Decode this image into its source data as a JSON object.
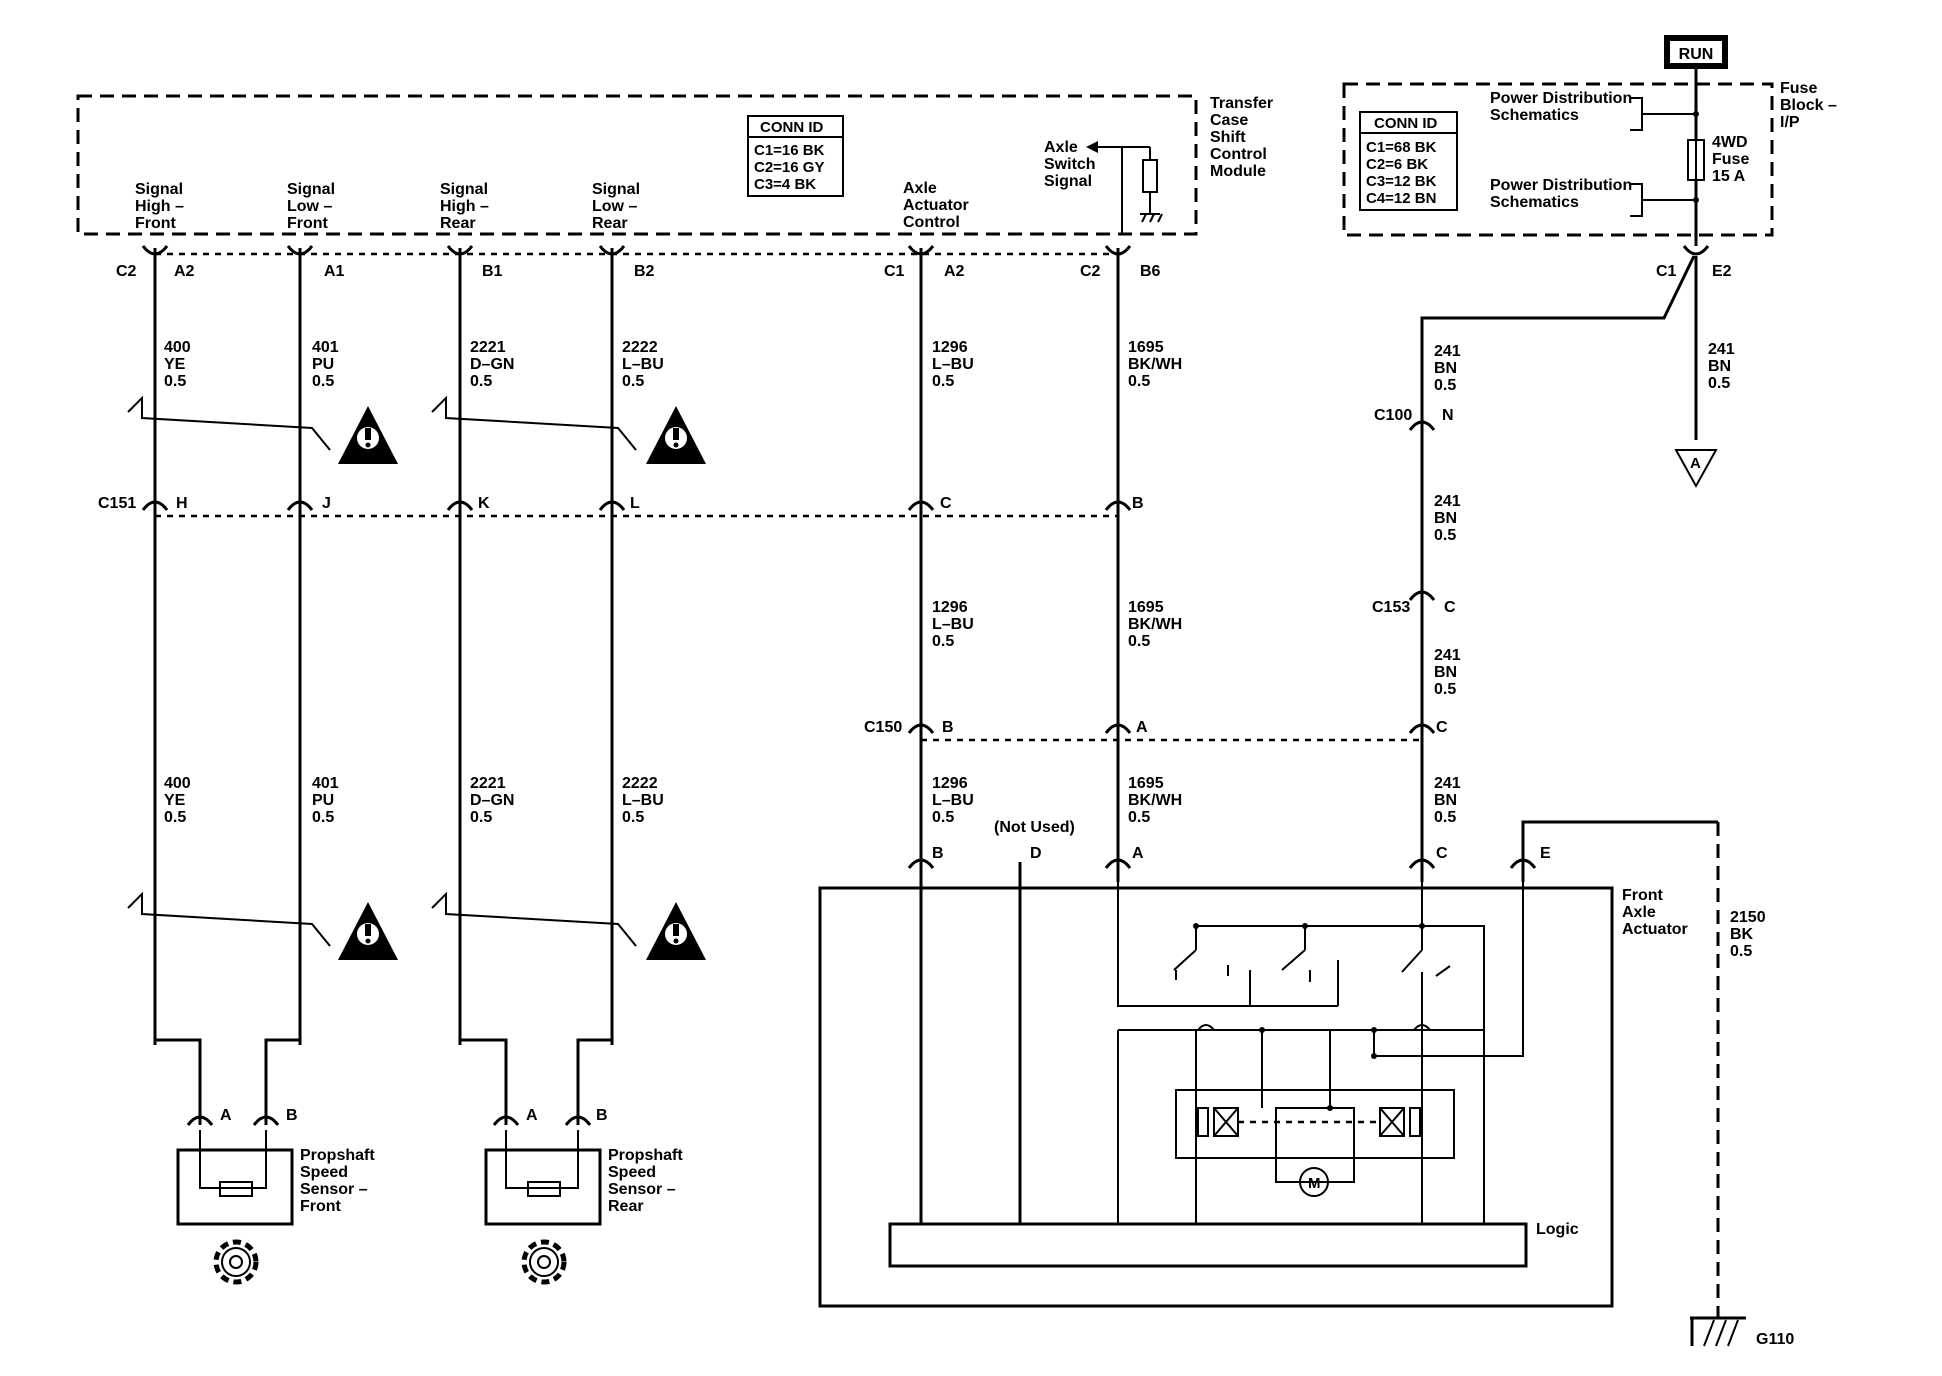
{
  "run_label": "RUN",
  "tccm": {
    "title": [
      "Transfer",
      "Case",
      "Shift",
      "Control",
      "Module"
    ],
    "conn_id": {
      "header": "CONN ID",
      "lines": [
        "C1=16 BK",
        "C2=16 GY",
        "C3=4 BK"
      ]
    },
    "signals": [
      [
        "Signal",
        "High –",
        "Front"
      ],
      [
        "Signal",
        "Low –",
        "Front"
      ],
      [
        "Signal",
        "High –",
        "Rear"
      ],
      [
        "Signal",
        "Low –",
        "Rear"
      ],
      [
        "Axle",
        "Actuator",
        "Control"
      ]
    ],
    "axle_switch": [
      "Axle",
      "Switch",
      "Signal"
    ]
  },
  "fuse_block": {
    "title": [
      "Fuse",
      "Block –",
      "I/P"
    ],
    "conn_id": {
      "header": "CONN ID",
      "lines": [
        "C1=68 BK",
        "C2=6 BK",
        "C3=12 BK",
        "C4=12 BN"
      ]
    },
    "pds1": [
      "Power Distribution",
      "Schematics"
    ],
    "pds2": [
      "Power Distribution",
      "Schematics"
    ],
    "fuse": [
      "4WD",
      "Fuse",
      "15 A"
    ]
  },
  "pins": {
    "c2a": "C2",
    "a2": "A2",
    "a1": "A1",
    "b1": "B1",
    "b2": "B2",
    "c1a": "C1",
    "a2b": "A2",
    "c2b": "C2",
    "b6": "B6",
    "c1c": "C1",
    "e2": "E2",
    "c100": "C100",
    "n": "N",
    "c151": "C151",
    "h": "H",
    "j": "J",
    "k": "K",
    "l": "L",
    "c151c": "C",
    "c151b": "B",
    "c153": "C153",
    "c153c": "C",
    "c150": "C150",
    "c150b": "B",
    "c150a": "A",
    "c150c": "C",
    "act_b": "B",
    "act_d": "D",
    "act_a": "A",
    "act_c": "C",
    "act_e": "E",
    "not_used": "(Not Used)",
    "sf_a": "A",
    "sf_b": "B",
    "sr_a": "A",
    "sr_b": "B",
    "hot_a": "A"
  },
  "wires": {
    "w400a": [
      "400",
      "YE",
      "0.5"
    ],
    "w401a": [
      "401",
      "PU",
      "0.5"
    ],
    "w2221a": [
      "2221",
      "D–GN",
      "0.5"
    ],
    "w2222a": [
      "2222",
      "L–BU",
      "0.5"
    ],
    "w1296a": [
      "1296",
      "L–BU",
      "0.5"
    ],
    "w1695a": [
      "1695",
      "BK/WH",
      "0.5"
    ],
    "w241a": [
      "241",
      "BN",
      "0.5"
    ],
    "w241b": [
      "241",
      "BN",
      "0.5"
    ],
    "w241c": [
      "241",
      "BN",
      "0.5"
    ],
    "w1296b": [
      "1296",
      "L–BU",
      "0.5"
    ],
    "w1695b": [
      "1695",
      "BK/WH",
      "0.5"
    ],
    "w241d": [
      "241",
      "BN",
      "0.5"
    ],
    "w400b": [
      "400",
      "YE",
      "0.5"
    ],
    "w401b": [
      "401",
      "PU",
      "0.5"
    ],
    "w2221b": [
      "2221",
      "D–GN",
      "0.5"
    ],
    "w2222b": [
      "2222",
      "L–BU",
      "0.5"
    ],
    "w1296c": [
      "1296",
      "L–BU",
      "0.5"
    ],
    "w1695c": [
      "1695",
      "BK/WH",
      "0.5"
    ],
    "w241e": [
      "241",
      "BN",
      "0.5"
    ],
    "w2150": [
      "2150",
      "BK",
      "0.5"
    ]
  },
  "sensor_front": [
    "Propshaft",
    "Speed",
    "Sensor –",
    "Front"
  ],
  "sensor_rear": [
    "Propshaft",
    "Speed",
    "Sensor –",
    "Rear"
  ],
  "actuator": [
    "Front",
    "Axle",
    "Actuator"
  ],
  "logic_label": "Logic",
  "motor_label": "M",
  "ground_label": "G110"
}
